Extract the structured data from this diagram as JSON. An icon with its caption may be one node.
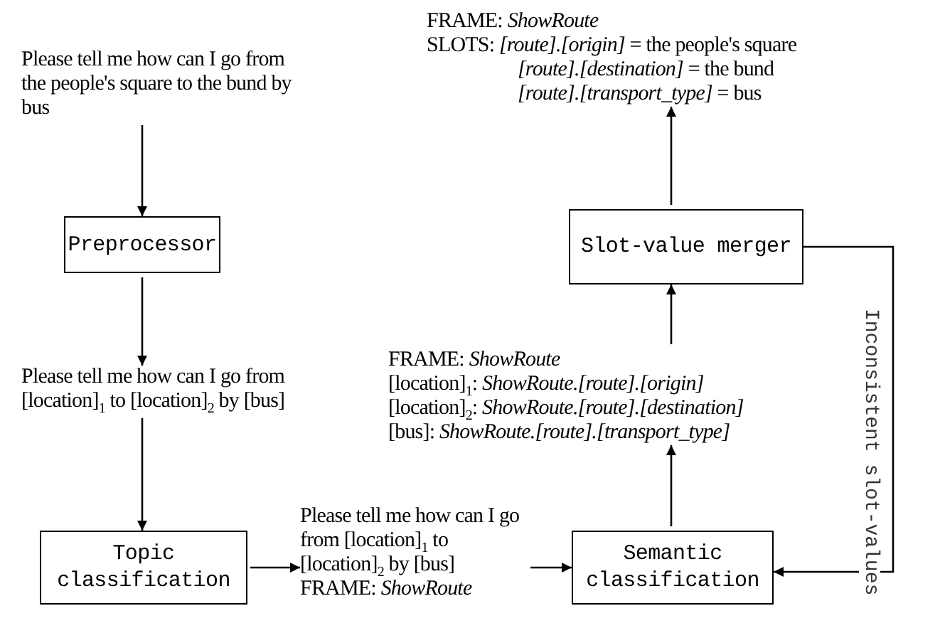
{
  "diagram": {
    "nodes": [
      {
        "text": [
          "Please tell me how can I go from the people's square to the bund by bus"
        ]
      },
      {
        "text": [
          "Preprocessor"
        ]
      },
      {
        "text": [
          "Please tell me how can I go from [location]$_{1}$ to [location]$_{2}$ by [bus]"
        ]
      },
      {
        "text": [
          "Topic classification"
        ]
      },
      {
        "text": [
          "Please tell me how can I go from [location]$_{1}$ to [location]$_{2}$ by [bus]",
          "FRAME: *ShowRoute*"
        ]
      },
      {
        "text": [
          "Semantic classification"
        ]
      },
      {
        "text": [
          "FRAME: *ShowRoute*",
          "[location]$_{1}$: *ShowRoute.[route].[origin]*",
          "[location]$_{2}$: *ShowRoute.[route].[destination]*",
          "[bus]: *ShowRoute.[route].[transport_type]*"
        ]
      },
      {
        "text": [
          "Slot-value merger"
        ]
      },
      {
        "text": [
          "FRAME: *ShowRoute*",
          "SLOTS: *[route].[origin]* = the people's square",
          "*[route].[destination]* = the bund",
          "*[route].[transport_type]* = bus"
        ]
      }
    ],
    "edges": [
      {
        "from": 0,
        "to": 1,
        "arrow": "to"
      },
      {
        "from": 1,
        "to": 2,
        "arrow": "to"
      },
      {
        "from": 2,
        "to": 3,
        "arrow": "to"
      },
      {
        "from": 3,
        "to": 4,
        "arrow": "to"
      },
      {
        "from": 4,
        "to": 5,
        "arrow": "to"
      },
      {
        "from": 5,
        "to": 6,
        "arrow": "to"
      },
      {
        "from": 6,
        "to": 7,
        "arrow": "to"
      },
      {
        "from": 7,
        "to": 8,
        "arrow": "to"
      },
      {
        "from": 7,
        "to": 5,
        "arrow": "to",
        "label": "Inconsistent slot-values"
      }
    ]
  }
}
